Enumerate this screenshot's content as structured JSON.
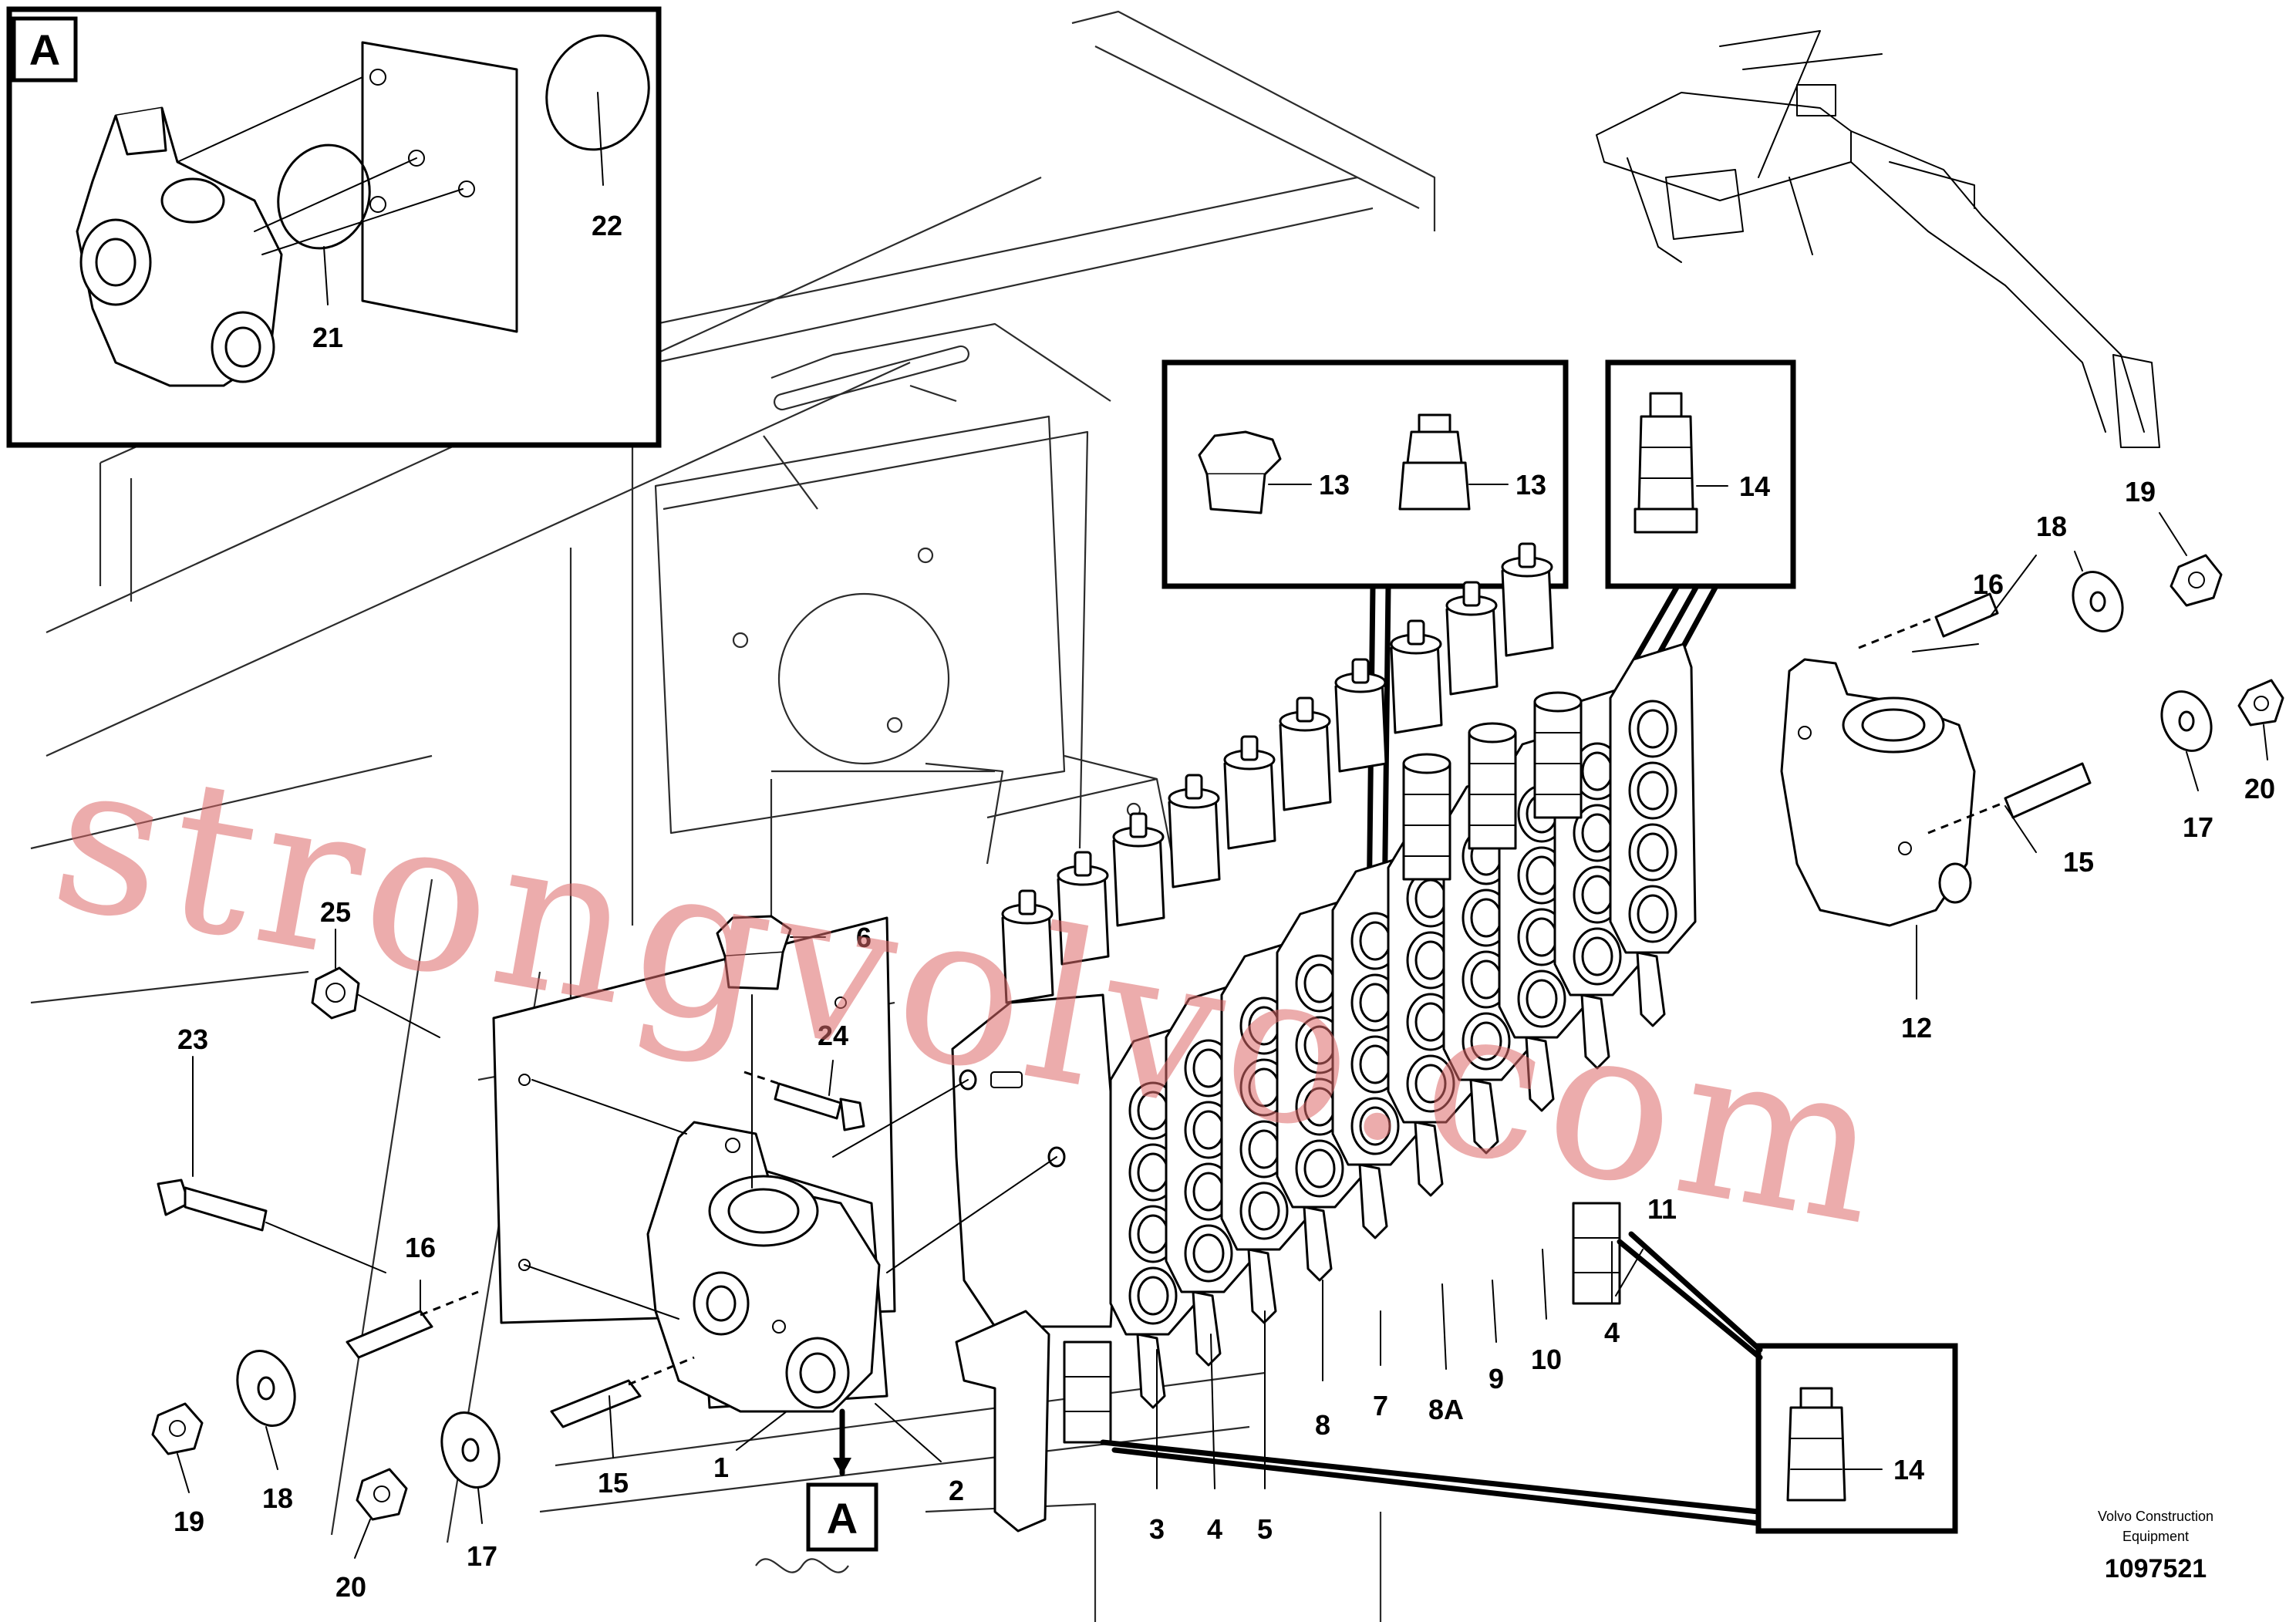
{
  "diagram": {
    "detail_tags": [
      "A",
      "A"
    ],
    "callouts": [
      "22",
      "21",
      "13",
      "13",
      "14",
      "19",
      "18",
      "16",
      "20",
      "17",
      "15",
      "12",
      "25",
      "6",
      "24",
      "23",
      "11",
      "4",
      "10",
      "9",
      "8A",
      "7",
      "8",
      "16",
      "1",
      "2",
      "15",
      "19",
      "18",
      "20",
      "17",
      "3",
      "4",
      "5",
      "14"
    ],
    "credit_line1": "Volvo Construction",
    "credit_line2": "Equipment",
    "doc_number": "1097521",
    "watermark": "strongvolvo.com",
    "colors": {
      "line": "#000000",
      "watermark": "#dd6a6a",
      "background": "#ffffff"
    }
  }
}
